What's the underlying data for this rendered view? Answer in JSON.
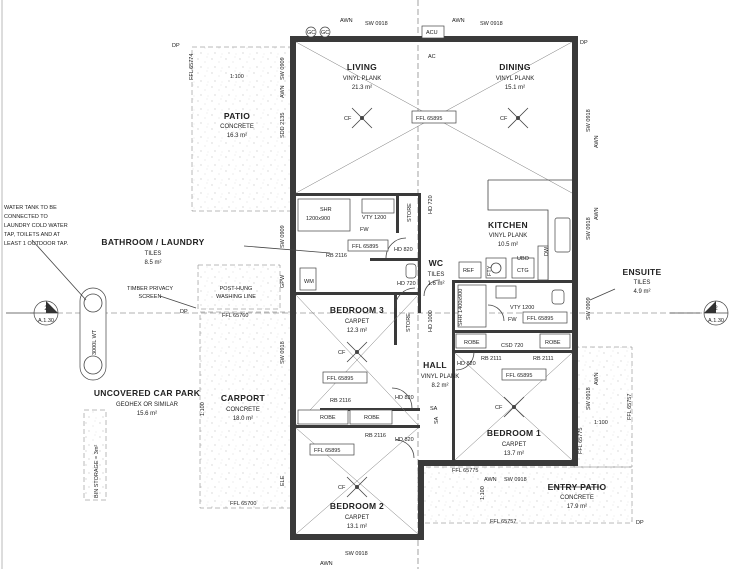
{
  "rooms": {
    "living": {
      "name": "LIVING",
      "finish": "VINYL PLANK",
      "area": "21.3 m²"
    },
    "dining": {
      "name": "DINING",
      "finish": "VINYL PLANK",
      "area": "15.1 m²"
    },
    "kitchen": {
      "name": "KITCHEN",
      "finish": "VINYL PLANK",
      "area": "10.5 m²"
    },
    "patio": {
      "name": "PATIO",
      "finish": "CONCRETE",
      "area": "16.3 m²"
    },
    "bathroom": {
      "name": "BATHROOM / LAUNDRY",
      "finish": "TILES",
      "area": "8.5 m²"
    },
    "wc": {
      "name": "WC",
      "finish": "TILES",
      "area": "1.6 m²"
    },
    "ensuite": {
      "name": "ENSUITE",
      "finish": "TILES",
      "area": "4.9 m²"
    },
    "bedroom3": {
      "name": "BEDROOM 3",
      "finish": "CARPET",
      "area": "12.3 m²"
    },
    "hall": {
      "name": "HALL",
      "finish": "VINYL PLANK",
      "area": "8.2 m²"
    },
    "carport": {
      "name": "CARPORT",
      "finish": "CONCRETE",
      "area": "18.0 m²"
    },
    "bedroom1": {
      "name": "BEDROOM 1",
      "finish": "CARPET",
      "area": "13.7 m²"
    },
    "bedroom2": {
      "name": "BEDROOM 2",
      "finish": "CARPET",
      "area": "13.1 m²"
    },
    "entry_patio": {
      "name": "ENTRY PATIO",
      "finish": "CONCRETE",
      "area": "17.9 m²"
    },
    "car_park": {
      "name": "UNCOVERED CAR PARK",
      "finish": "GEOHEX OR SIMILAR",
      "area": "15.6 m²"
    }
  },
  "notes": {
    "water_tank": [
      "WATER TANK TO BE",
      "CONNECTED TO",
      "LAUNDRY COLD WATER",
      "TAP, TOILETS AND AT",
      "LEAST 1 OUTDOOR TAP."
    ],
    "timber_screen": [
      "TIMBER PRIVACY",
      "SCREEN"
    ],
    "washing_line": [
      "POST-HUNG",
      "WASHING LINE"
    ],
    "tank": "3000L WT",
    "bin": "BIN STORAGE = 3m²"
  },
  "section_markers": {
    "left": {
      "number": "2",
      "sheet": "A.1.30"
    },
    "right": {
      "number": "2",
      "sheet": "A.1.30"
    }
  },
  "tags": {
    "ffl_patio": "FFL 65774",
    "ffl_living": "FFL 65895",
    "ffl_bath": "FFL 65895",
    "ffl_ensuite": "FFL 65895",
    "ffl_bed3": "FFL 65895",
    "ffl_bed1": "FFL 65895",
    "ffl_bed2": "FFL 65895",
    "ffl_carport_top": "FFL 65760",
    "ffl_carport_bottom": "FFL 65700",
    "ffl_entry_top": "FFL 65775",
    "ffl_entry_bottom": "FFL 65757",
    "ffl_entry_side": "FFL 65775",
    "ffl_right": "FFL 65757",
    "sw_top": "SW 0918",
    "sw_right_a": "SW 0918",
    "sw_right_b": "SW 0918",
    "sw_right_c": "SW 0909",
    "sw_left": "SW 0909",
    "sw_bed3": "SW 0918",
    "sw_bottom": "SW 0918",
    "sw_entry": "SW 0918",
    "sw_bed1": "SW 0918",
    "awn_top_left": "AWN",
    "awn_top_right": "AWN",
    "awn_patio": "AWN",
    "awn_right_a": "AWN",
    "awn_right_b": "AWN",
    "awn_bottom": "AWN",
    "awn_bed1": "AWN",
    "sdd": "SDD 2135",
    "hd720_a": "HD 720",
    "hd720_wc": "HD 720",
    "hd820_bath": "HD 820",
    "hd820_hall": "HD 820",
    "hd820_bed3": "HD 820",
    "hd820_bed2": "HD 820",
    "hd1000": "HD 1000",
    "hd_ens": "SHR 1400x900",
    "shr": [
      "SHR",
      "1200x900"
    ],
    "vty": "VTY 1200",
    "vty_ens": "VTY 1200",
    "fw": "FW",
    "fw_ens": "FW",
    "store": "STORE",
    "store2": "STORE",
    "rb_bath": "RB 2116",
    "rb_bed3": "RB 2116",
    "rb_bed2": "RB 2116",
    "rb_ens": "RB 2111",
    "rb_hall": "RB 2111",
    "robe_a": "ROBE",
    "robe_b": "ROBE",
    "robe_c": "ROBE",
    "robe_d": "ROBE",
    "csd": "CSD 720",
    "wm": "WM",
    "gpw": "GPW",
    "ref": "REF",
    "fty": "FTY",
    "ctg": "CTG",
    "ubo": "UBO",
    "dw": "DW",
    "ac": "AC",
    "acu": "ACU",
    "gc": "GC",
    "dp": "DP",
    "cf": "CF",
    "sa": "SA",
    "ele": "ELE",
    "dim": "1:100"
  },
  "colors": {
    "wall": "#3a3a3a",
    "line": "#444444"
  }
}
